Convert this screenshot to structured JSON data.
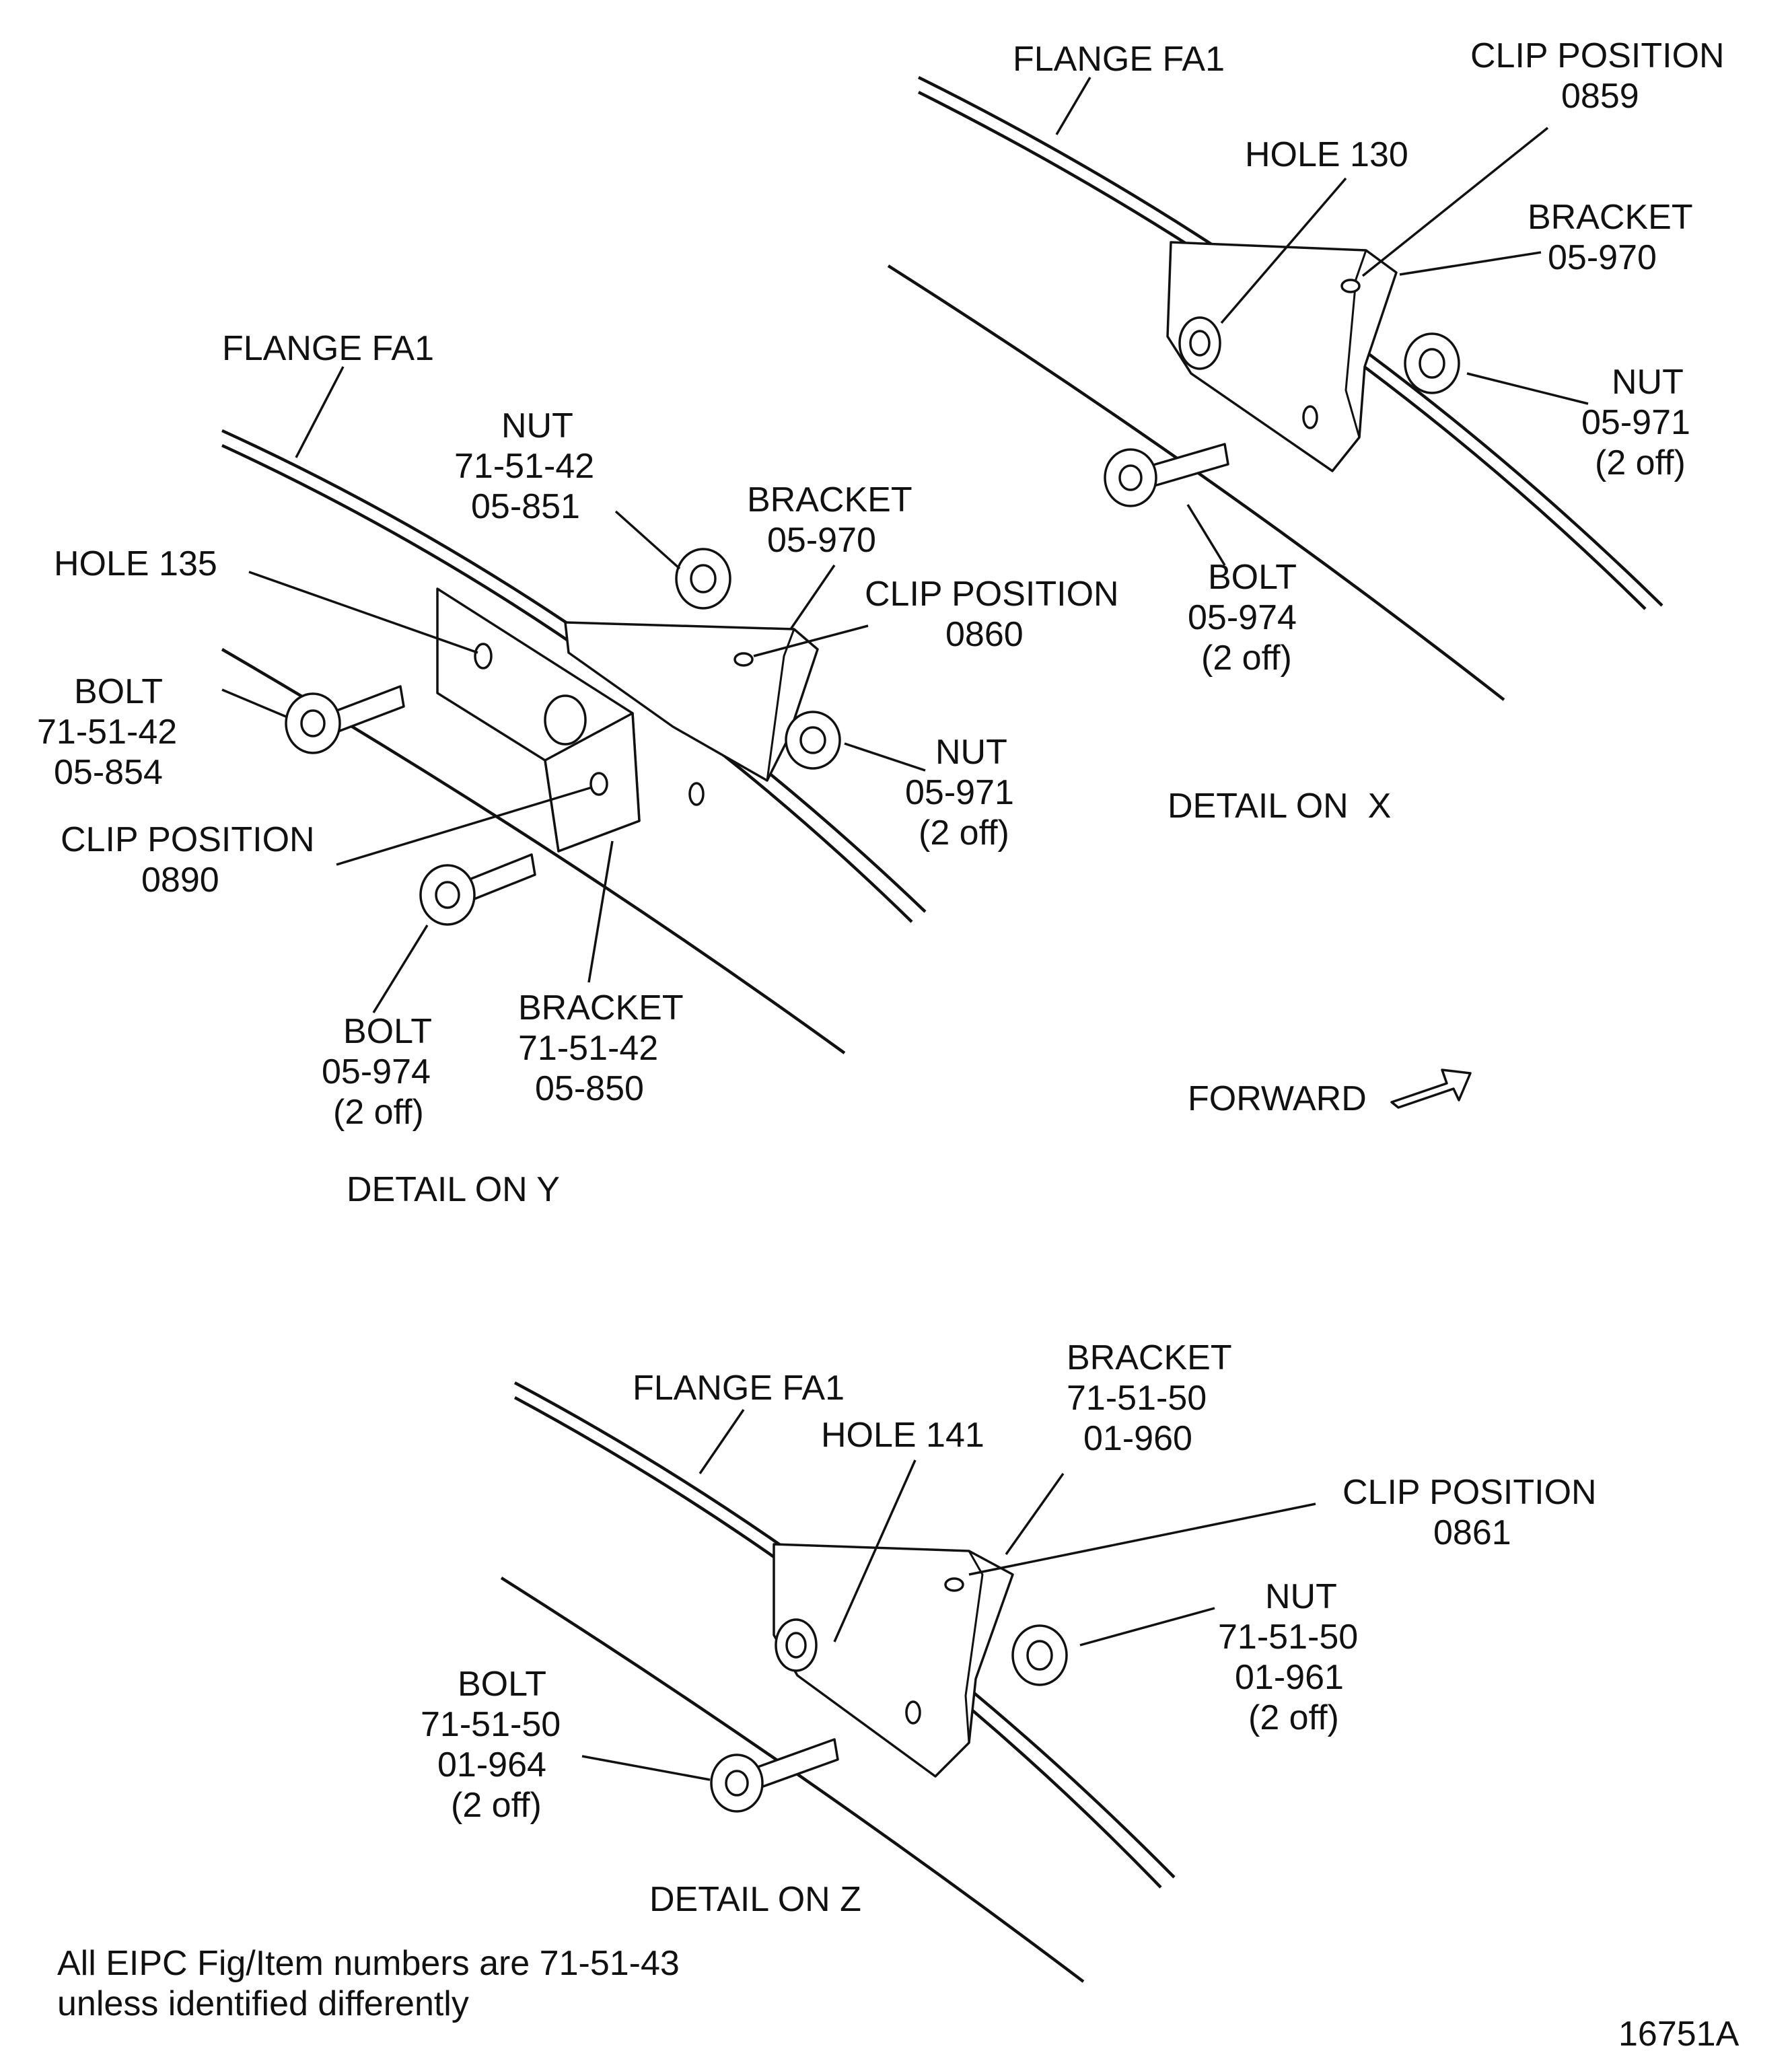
{
  "detail_x": {
    "caption": "DETAIL ON  X",
    "flange": "FLANGE FA1",
    "clip_position": [
      "CLIP POSITION",
      "0859"
    ],
    "hole": "HOLE 130",
    "bracket": [
      "BRACKET",
      "05-970"
    ],
    "nut": [
      "NUT",
      "05-971",
      "(2 off)"
    ],
    "bolt": [
      "BOLT",
      "05-974",
      "(2 off)"
    ]
  },
  "detail_y": {
    "caption": "DETAIL ON Y",
    "flange": "FLANGE FA1",
    "nut": [
      "NUT",
      "71-51-42",
      "05-851"
    ],
    "bracket_upper": [
      "BRACKET",
      "05-970"
    ],
    "clip_position_upper": [
      "CLIP POSITION",
      "0860"
    ],
    "hole": "HOLE 135",
    "bolt_upper": [
      "BOLT",
      "71-51-42",
      "05-854"
    ],
    "clip_position_lower": [
      "CLIP POSITION",
      "0890"
    ],
    "nut_lower": [
      "NUT",
      "05-971",
      "(2 off)"
    ],
    "bolt_lower": [
      "BOLT",
      "05-974",
      "(2 off)"
    ],
    "bracket_lower": [
      "BRACKET",
      "71-51-42",
      "05-850"
    ]
  },
  "forward": "FORWARD",
  "detail_z": {
    "caption": "DETAIL ON Z",
    "flange": "FLANGE FA1",
    "hole": "HOLE 141",
    "bracket": [
      "BRACKET",
      "71-51-50",
      "01-960"
    ],
    "clip_position": [
      "CLIP POSITION",
      "0861"
    ],
    "nut": [
      "NUT",
      "71-51-50",
      "01-961",
      "(2 off)"
    ],
    "bolt": [
      "BOLT",
      "71-51-50",
      "01-964",
      "(2 off)"
    ]
  },
  "footnote": [
    "All EIPC Fig/Item numbers are 71-51-43",
    "unless identified differently"
  ],
  "drawing_number": "16751A"
}
